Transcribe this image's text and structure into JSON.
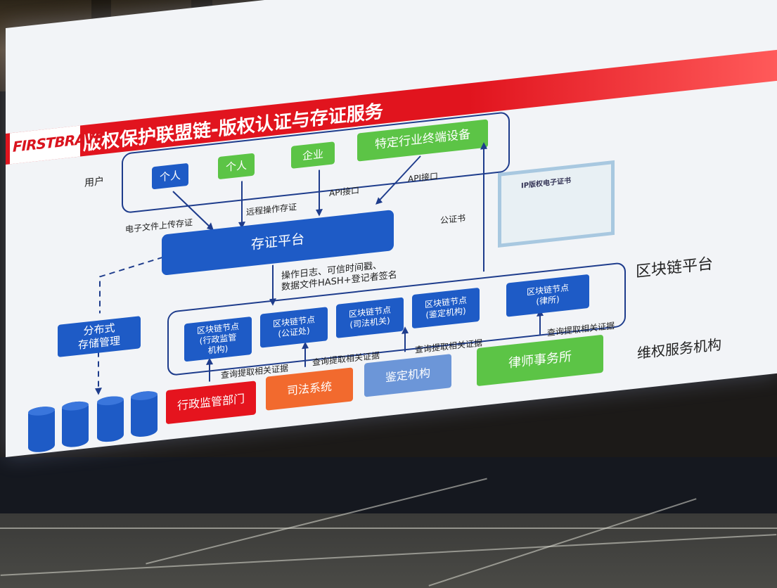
{
  "header": {
    "logo_text": "FIRSTBRAVE",
    "title": "版权保护联盟链-版权认证与存证服务"
  },
  "users": {
    "row_label": "用户",
    "items": [
      "个人",
      "个人",
      "企业",
      "特定行业终端设备"
    ]
  },
  "arrows": {
    "upload": "电子文件上传存证",
    "remote": "远程操作存证",
    "api1": "API接口",
    "api2": "API接口",
    "notary_cert": "公证书",
    "log_line1": "操作日志、可信时间戳、",
    "log_line2": "数据文件HASH+登记者签名",
    "query": [
      "查询提取相关证据",
      "查询提取相关证据",
      "查询提取相关证据",
      "查询提取相关证据"
    ]
  },
  "platform": {
    "label": "存证平台"
  },
  "storage": {
    "line1": "分布式",
    "line2": "存储管理"
  },
  "blockchain": {
    "platform_label": "区块链平台",
    "nodes": [
      {
        "line1": "区块链节点",
        "line2": "(行政监管",
        "line3": "机构)"
      },
      {
        "line1": "区块链节点",
        "line2": "(公证处)",
        "line3": ""
      },
      {
        "line1": "区块链节点",
        "line2": "(司法机关)",
        "line3": ""
      },
      {
        "line1": "区块链节点",
        "line2": "(鉴定机构)",
        "line3": ""
      },
      {
        "line1": "区块链节点",
        "line2": "(律所)",
        "line3": ""
      }
    ]
  },
  "services": {
    "label": "维权服务机构",
    "items": [
      "行政监管部门",
      "司法系统",
      "鉴定机构",
      "律师事务所"
    ]
  },
  "certificate": {
    "title": "IP版权电子证书"
  },
  "colors": {
    "red": "#e5141e",
    "blue": "#1e5bc6",
    "green": "#5cc446",
    "orange": "#f26a2e",
    "lightblue": "#6c96d8"
  }
}
